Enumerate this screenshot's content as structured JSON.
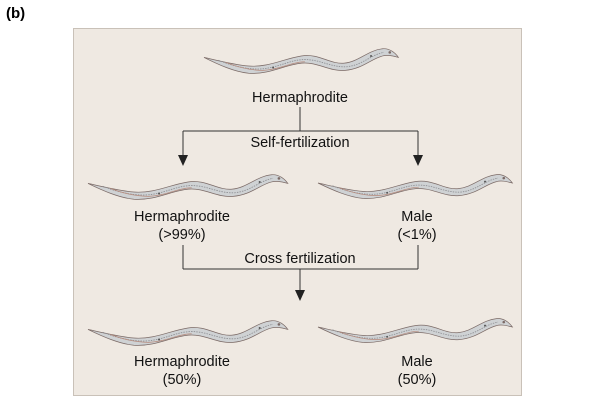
{
  "panel_label": "(b)",
  "nodes": {
    "parent": {
      "name": "Hermaphrodite",
      "percent": ""
    },
    "self_herm": {
      "name": "Hermaphrodite",
      "percent": "(>99%)"
    },
    "self_male": {
      "name": "Male",
      "percent": "(<1%)"
    },
    "cross_herm": {
      "name": "Hermaphrodite",
      "percent": "(50%)"
    },
    "cross_male": {
      "name": "Male",
      "percent": "(50%)"
    }
  },
  "edges": {
    "self": "Self-fertilization",
    "cross": "Cross fertilization"
  },
  "colors": {
    "background": "#efe9e2",
    "worm_fill": "#cfd2d4",
    "worm_outline": "#7b6a66",
    "line": "#333333"
  }
}
